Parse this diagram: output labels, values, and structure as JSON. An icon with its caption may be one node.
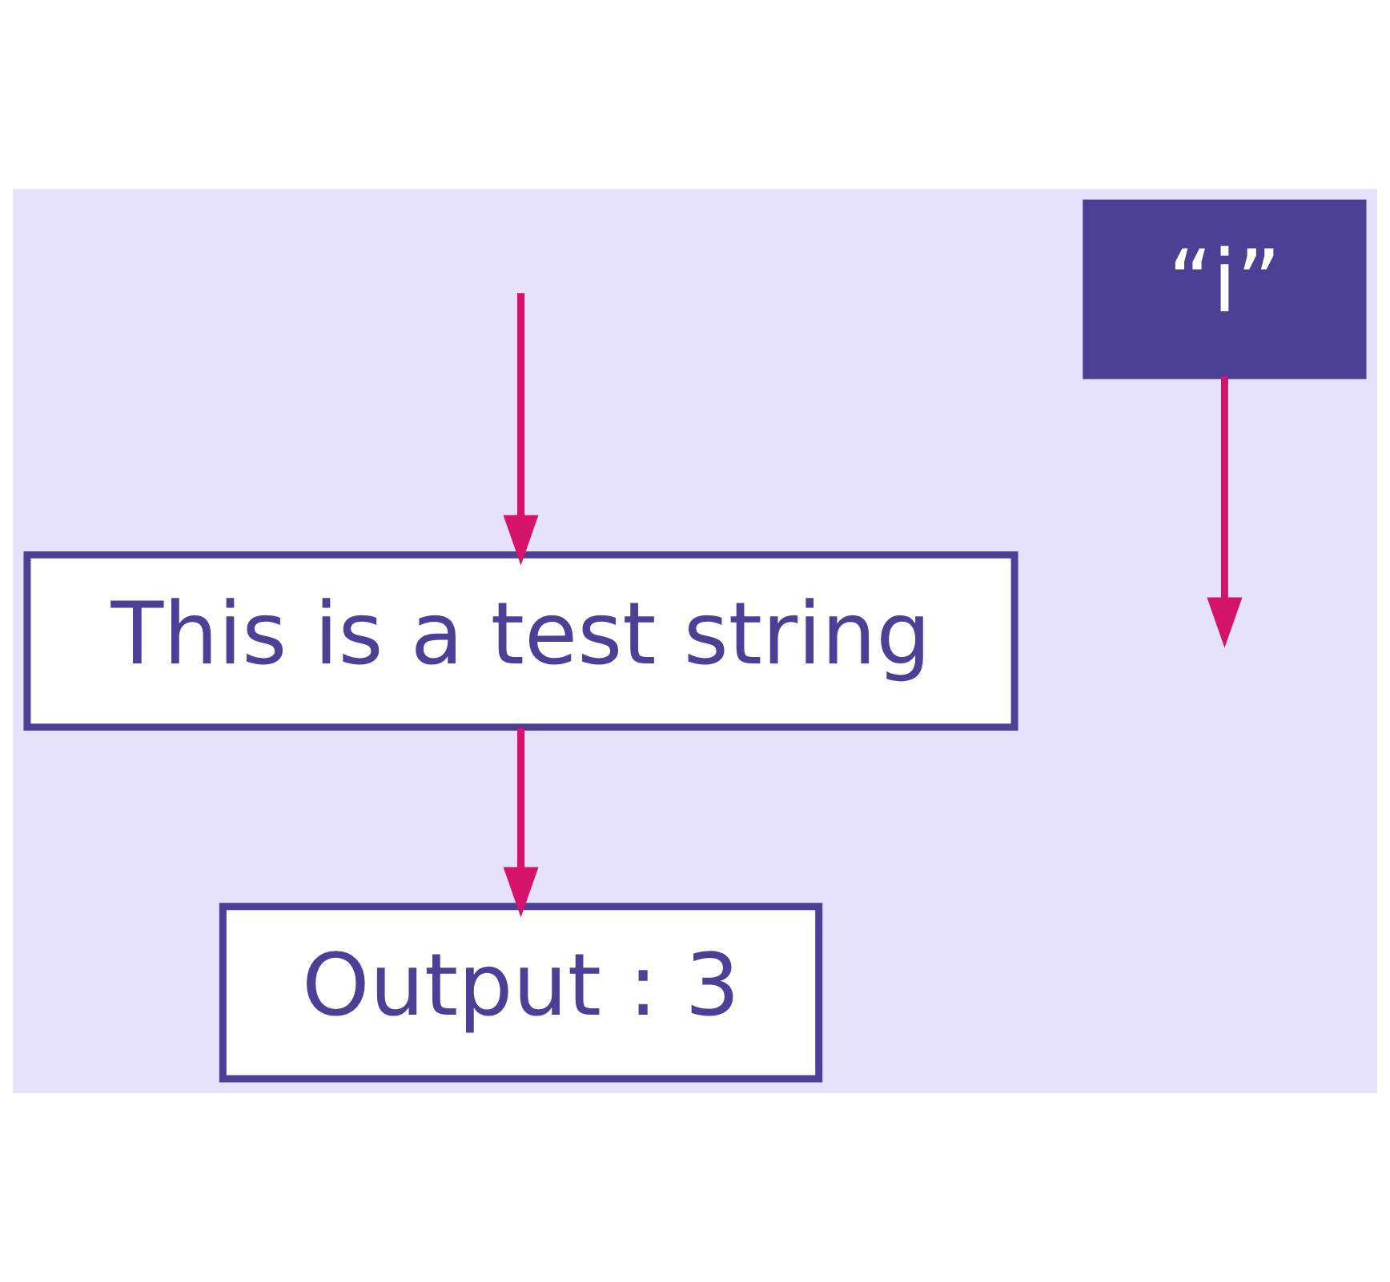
{
  "diagram": {
    "nodes": [
      {
        "text": [
          "This is a test string"
        ]
      },
      {
        "text": [
          "“i”"
        ]
      },
      {
        "text": [
          "Output : 3"
        ]
      }
    ],
    "edges": [
      {
        "from": 1,
        "to": null,
        "arrow": "to"
      },
      {
        "from": null,
        "to": 0,
        "arrow": "to"
      },
      {
        "from": 0,
        "to": 2,
        "arrow": "to"
      }
    ]
  }
}
